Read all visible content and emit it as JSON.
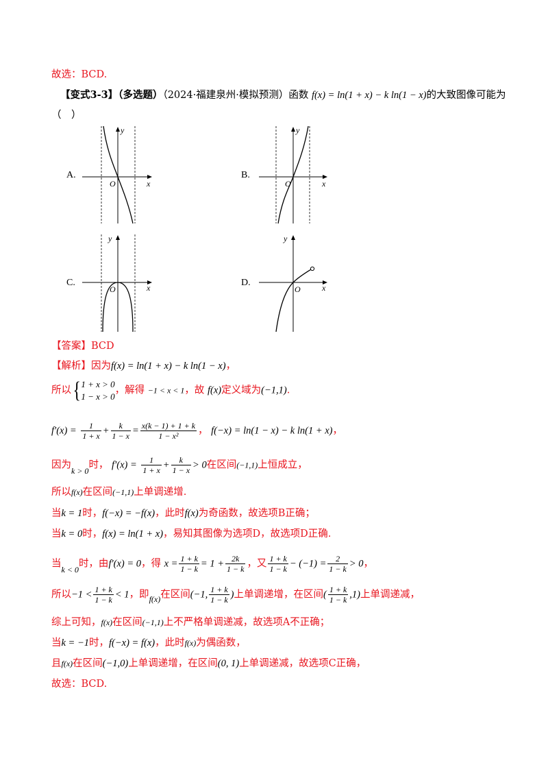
{
  "top_conclusion": "故选：BCD.",
  "problem": {
    "tag": "【变式3-3】",
    "type": "（多选题）",
    "source": "（2024·福建泉州·模拟预测）函数",
    "function": "f(x) = ln(1 + x) − k ln(1 − x)",
    "question": "的大致图像可能为",
    "blank": "（　）"
  },
  "options": [
    {
      "label": "A.",
      "shape": "decreasing-odd"
    },
    {
      "label": "B.",
      "shape": "increasing-odd"
    },
    {
      "label": "C.",
      "shape": "even-downward"
    },
    {
      "label": "D.",
      "shape": "increasing-endpoint"
    }
  ],
  "axis_labels": {
    "y": "y",
    "x": "x",
    "origin": "O"
  },
  "answer": {
    "tag": "【答案】",
    "value": "BCD"
  },
  "analysis": {
    "l1_tag": "【解析】",
    "l1_text": "因为",
    "l1_math": "f(x) = ln(1 + x) − k ln(1 − x)",
    "l1_end": "，",
    "l2_a": "所以",
    "l2_sys1": "1 + x > 0",
    "l2_sys2": "1 − x > 0",
    "l2_b": "，解得",
    "l2_m1": "−1 < x < 1",
    "l2_c": "，故",
    "l2_m2": "f(x)",
    "l2_d": "定义域为",
    "l2_m3": "(−1,1)",
    "l2_e": ".",
    "l3_m1": "f′(x) =",
    "l3_f1n": "1",
    "l3_f1d": "1 + x",
    "l3_plus": "+",
    "l3_f2n": "k",
    "l3_f2d": "1 − x",
    "l3_eq": "=",
    "l3_f3n": "x(k − 1) + 1 + k",
    "l3_f3d": "1 − x²",
    "l3_sep": "，",
    "l3_m2": "f(−x) = ln(1 − x) − k ln(1 + x)",
    "l3_end": "，",
    "l4_a": "因为",
    "l4_m1": "k > 0",
    "l4_b": "时，",
    "l4_m2": "f′(x) =",
    "l4_f1n": "1",
    "l4_f1d": "1 + x",
    "l4_plus": "+",
    "l4_f2n": "k",
    "l4_f2d": "1 − x",
    "l4_m3": "> 0",
    "l4_c": "在区间",
    "l4_m4": "(−1,1)",
    "l4_d": "上恒成立，",
    "l5_a": "所以",
    "l5_m1": "f(x)",
    "l5_b": "在区间",
    "l5_m2": "(−1,1)",
    "l5_c": "上单调递增.",
    "l6_a": "当",
    "l6_m1": "k = 1",
    "l6_b": "时，",
    "l6_m2": "f(−x) = −f(x)",
    "l6_c": "，此时",
    "l6_m3": "f(x)",
    "l6_d": "为奇函数，故选项B正确；",
    "l7_a": "当",
    "l7_m1": "k = 0",
    "l7_b": "时，",
    "l7_m2": "f(x) = ln(1 + x)",
    "l7_c": "，易知其图像为选项D，故选项D正确.",
    "l8_a": "当",
    "l8_m1": "k < 0",
    "l8_b": "时，由",
    "l8_m2": "f′(x) = 0",
    "l8_c": "，得",
    "l8_m3": "x =",
    "l8_f1n": "1 + k",
    "l8_f1d": "1 − k",
    "l8_m4": "= 1 +",
    "l8_f2n": "2k",
    "l8_f2d": "1 − k",
    "l8_d": "，又",
    "l8_f3n": "1 + k",
    "l8_f3d": "1 − k",
    "l8_m5": "− (−1) =",
    "l8_f4n": "2",
    "l8_f4d": "1 − k",
    "l8_m6": "> 0",
    "l8_e": "，",
    "l9_a": "所以",
    "l9_m1": "−1 <",
    "l9_f1n": "1 + k",
    "l9_f1d": "1 − k",
    "l9_m2": "< 1",
    "l9_b": "，即",
    "l9_m3": "f(x)",
    "l9_c": "在区间",
    "l9_m4": "(−1,",
    "l9_f2n": "1 + k",
    "l9_f2d": "1 − k",
    "l9_m5": ")",
    "l9_d": "上单调递增，在区间",
    "l9_m6": "(",
    "l9_f3n": "1 + k",
    "l9_f3d": "1 − k",
    "l9_m7": ",1)",
    "l9_e": "上单调递减，",
    "l10_a": "综上可知，",
    "l10_m1": "f(x)",
    "l10_b": "在区间",
    "l10_m2": "(−1,1)",
    "l10_c": "上不严格单调递减，故选项A不正确；",
    "l11_a": "当",
    "l11_m1": "k = −1",
    "l11_b": "时，",
    "l11_m2": "f(−x) = f(x)",
    "l11_c": "，此时",
    "l11_m3": "f(x)",
    "l11_d": "为偶函数，",
    "l12_a": "且",
    "l12_m1": "f(x)",
    "l12_b": "在区间",
    "l12_m2": "(−1,0)",
    "l12_c": "上单调递增，在区间",
    "l12_m3": "(0, 1)",
    "l12_d": "上单调递减，故选项C正确，",
    "l13": "故选：BCD."
  },
  "colors": {
    "text": "#000000",
    "accent": "#e8161f"
  }
}
